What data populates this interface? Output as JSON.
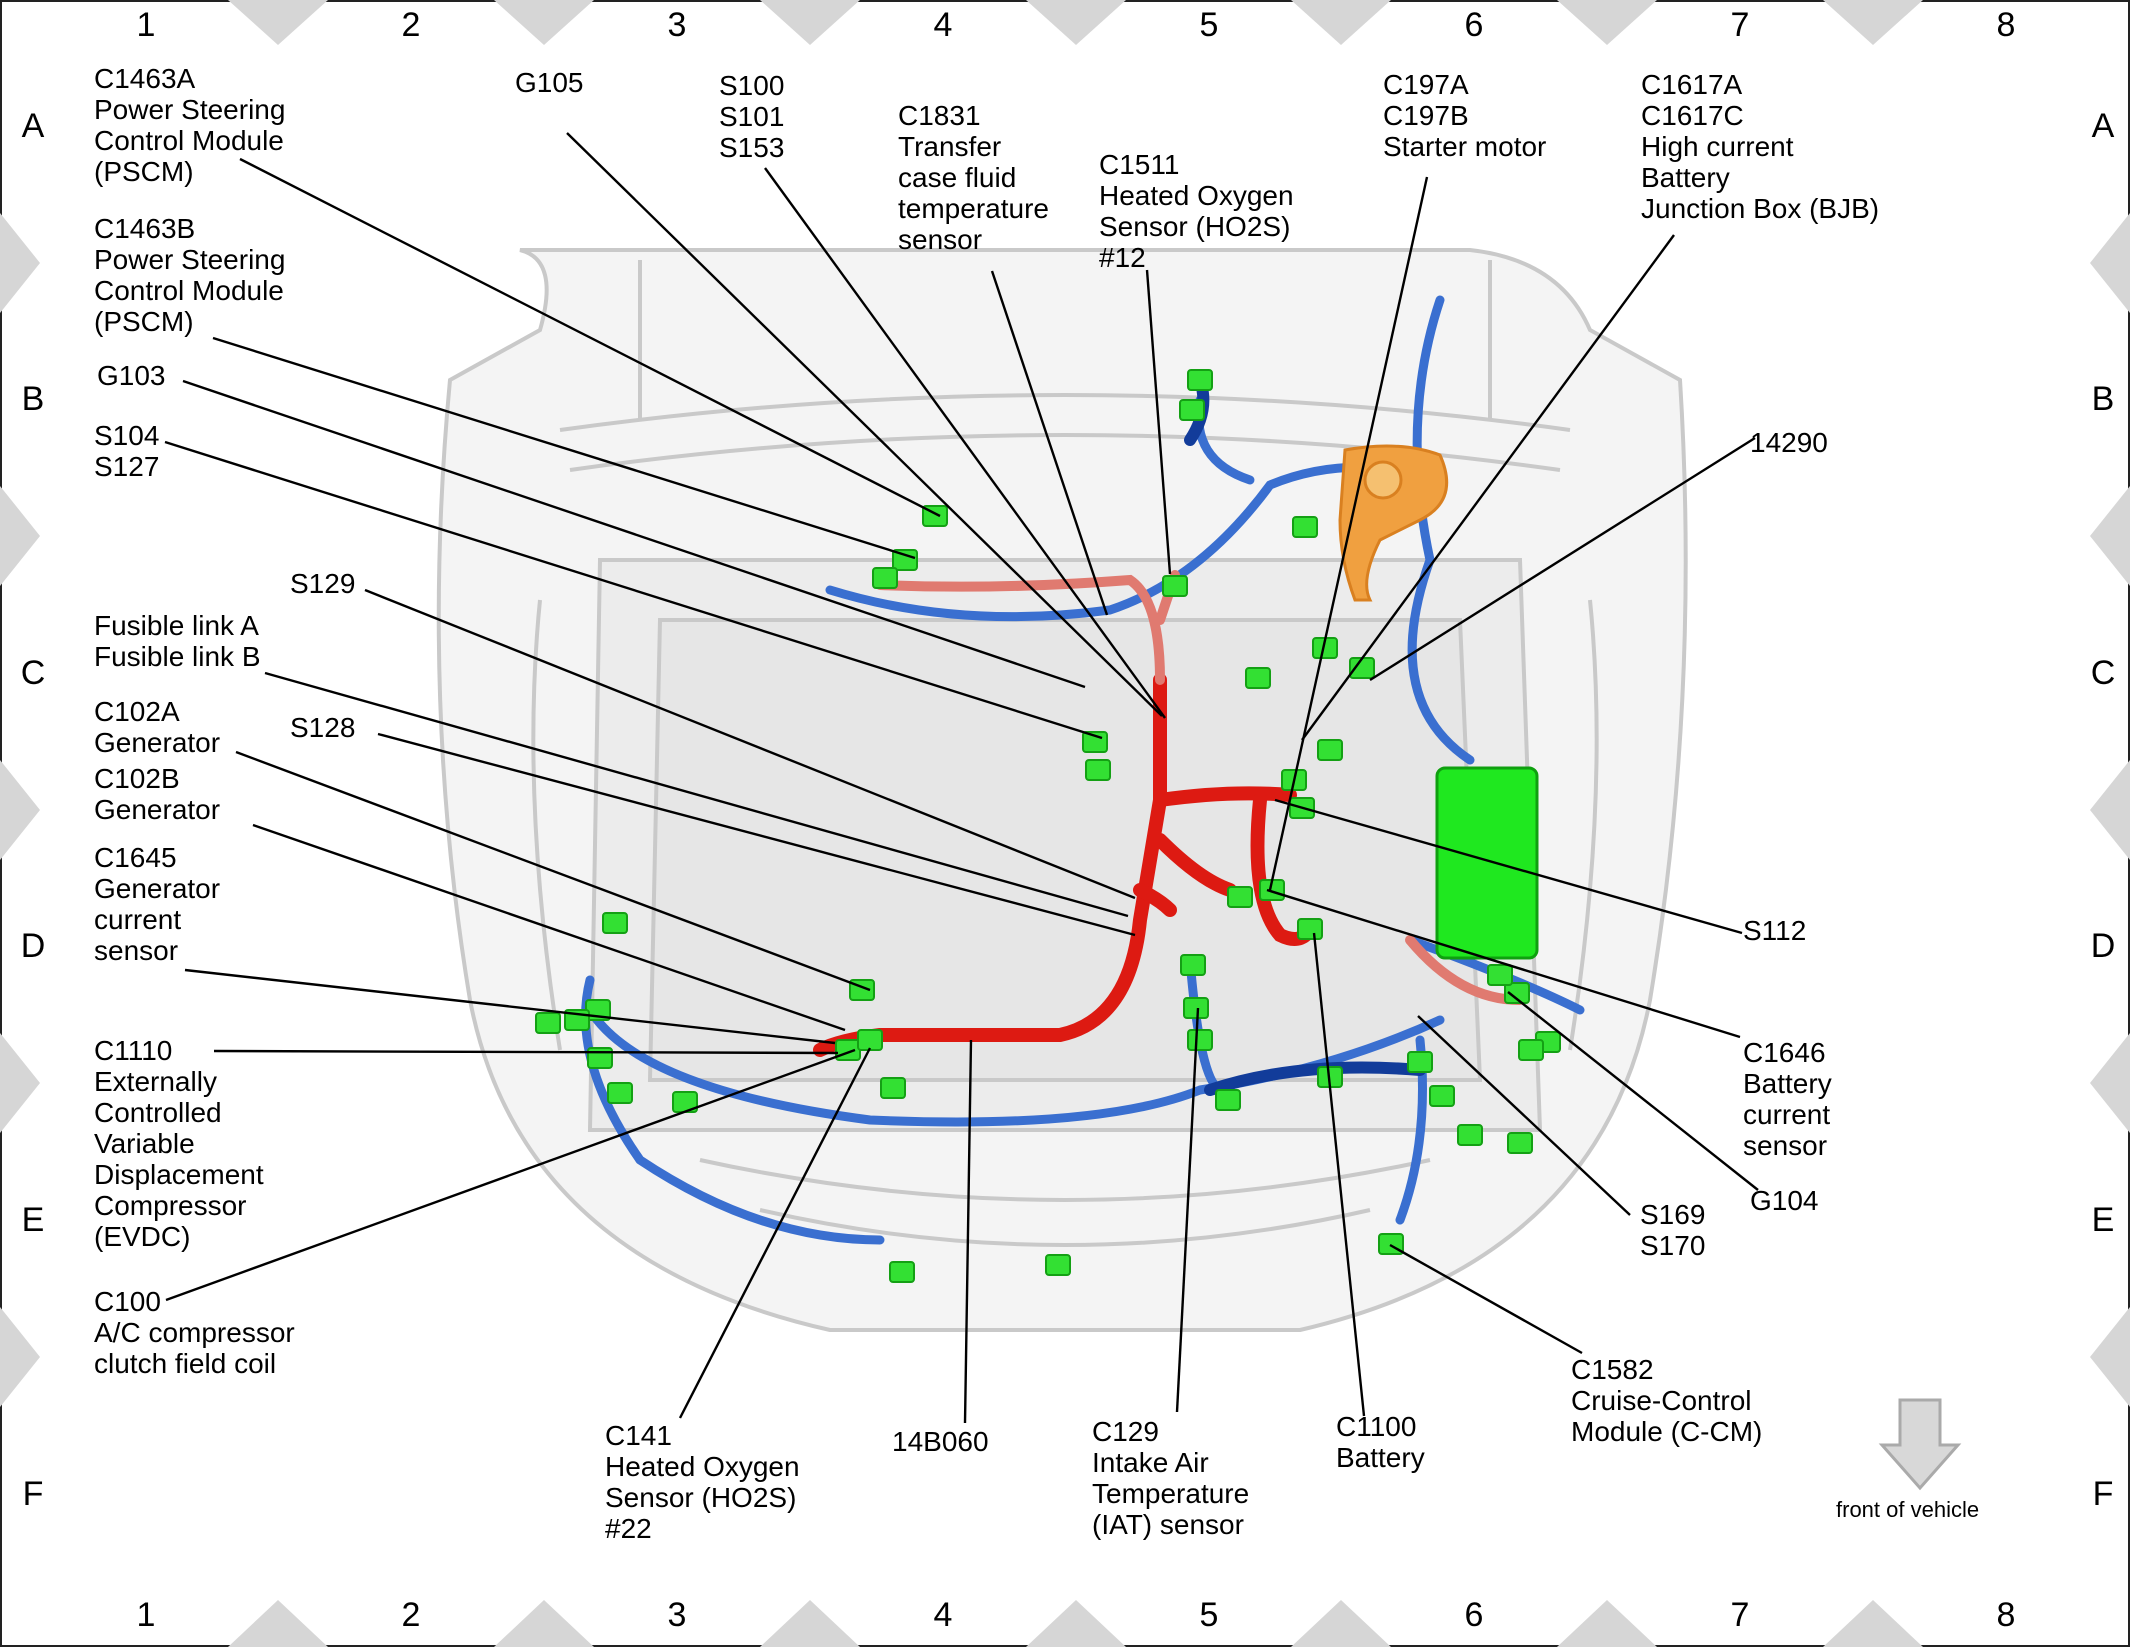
{
  "grid": {
    "columns": [
      "1",
      "2",
      "3",
      "4",
      "5",
      "6",
      "7",
      "8"
    ],
    "rows": [
      "A",
      "B",
      "C",
      "D",
      "E",
      "F"
    ]
  },
  "callouts": [
    {
      "id": "c1463a",
      "lines": [
        "C1463A",
        "Power Steering",
        "Control Module",
        "(PSCM)"
      ]
    },
    {
      "id": "c1463b",
      "lines": [
        "C1463B",
        "Power Steering",
        "Control Module",
        "(PSCM)"
      ]
    },
    {
      "id": "g103",
      "lines": [
        "G103"
      ]
    },
    {
      "id": "s104",
      "lines": [
        "S104",
        "S127"
      ]
    },
    {
      "id": "g105",
      "lines": [
        "G105"
      ]
    },
    {
      "id": "s100",
      "lines": [
        "S100",
        "S101",
        "S153"
      ]
    },
    {
      "id": "c1831",
      "lines": [
        "C1831",
        "Transfer",
        "case fluid",
        "temperature",
        "sensor"
      ]
    },
    {
      "id": "c1511",
      "lines": [
        "C1511",
        "Heated Oxygen",
        "Sensor (HO2S)",
        "#12"
      ]
    },
    {
      "id": "c197",
      "lines": [
        "C197A",
        "C197B",
        "Starter motor"
      ]
    },
    {
      "id": "c1617",
      "lines": [
        "C1617A",
        "C1617C",
        "High current",
        "Battery",
        "Junction Box (BJB)"
      ]
    },
    {
      "id": "p14290",
      "lines": [
        "14290"
      ]
    },
    {
      "id": "s129",
      "lines": [
        "S129"
      ]
    },
    {
      "id": "fusible",
      "lines": [
        "Fusible link A",
        "Fusible link B"
      ]
    },
    {
      "id": "c102a",
      "lines": [
        "C102A",
        "Generator"
      ]
    },
    {
      "id": "s128",
      "lines": [
        "S128"
      ]
    },
    {
      "id": "c102b",
      "lines": [
        "C102B",
        "Generator"
      ]
    },
    {
      "id": "c1645",
      "lines": [
        "C1645",
        "Generator",
        "current",
        "sensor"
      ]
    },
    {
      "id": "s112",
      "lines": [
        "S112"
      ]
    },
    {
      "id": "c1110",
      "lines": [
        "C1110",
        "Externally",
        "Controlled",
        "Variable",
        "Displacement",
        "Compressor",
        "(EVDC)"
      ]
    },
    {
      "id": "c1646",
      "lines": [
        "C1646",
        "Battery",
        "current",
        "sensor"
      ]
    },
    {
      "id": "s169",
      "lines": [
        "S169",
        "S170"
      ]
    },
    {
      "id": "g104",
      "lines": [
        "G104"
      ]
    },
    {
      "id": "c100",
      "lines": [
        "C100",
        "A/C compressor",
        "clutch field coil"
      ]
    },
    {
      "id": "c1582",
      "lines": [
        "C1582",
        "Cruise-Control",
        "Module (C-CM)"
      ]
    },
    {
      "id": "c141",
      "lines": [
        "C141",
        "Heated Oxygen",
        "Sensor (HO2S)",
        "#22"
      ]
    },
    {
      "id": "p14b060",
      "lines": [
        "14B060"
      ]
    },
    {
      "id": "c129",
      "lines": [
        "C129",
        "Intake Air",
        "Temperature",
        "(IAT) sensor"
      ]
    },
    {
      "id": "c1100",
      "lines": [
        "C1100",
        "Battery"
      ]
    }
  ],
  "front_note": "front of vehicle",
  "colors": {
    "harness_main": "#dd1a12",
    "harness_secondary": "#3a6fd0",
    "harness_dark": "#123c9a",
    "connector": "#33e033",
    "starter_cable": "#f0a040",
    "bjb": "#1fe81f",
    "frame_diamond": "#d4d4d4",
    "vehicle_body": "#cfcfcf"
  }
}
